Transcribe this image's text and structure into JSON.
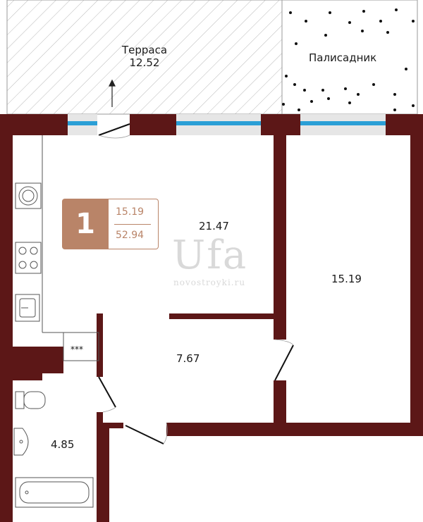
{
  "plan": {
    "terrace": {
      "name": "Терраса",
      "area": "12.52"
    },
    "garden": {
      "name": "Палисадник"
    },
    "rooms": {
      "kitchen_living": "21.47",
      "bedroom": "15.19",
      "hall": "7.67",
      "bathroom": "4.85"
    },
    "badge": {
      "rooms_count": "1",
      "living_area": "15.19",
      "total_area": "52.94"
    },
    "watermark": {
      "logo": "Ufa",
      "site": "novostroyki.ru"
    },
    "colors": {
      "wall": "#5c1717",
      "window": "#2a9fd6",
      "badge": "#b98468",
      "fixture": "#555555"
    }
  }
}
